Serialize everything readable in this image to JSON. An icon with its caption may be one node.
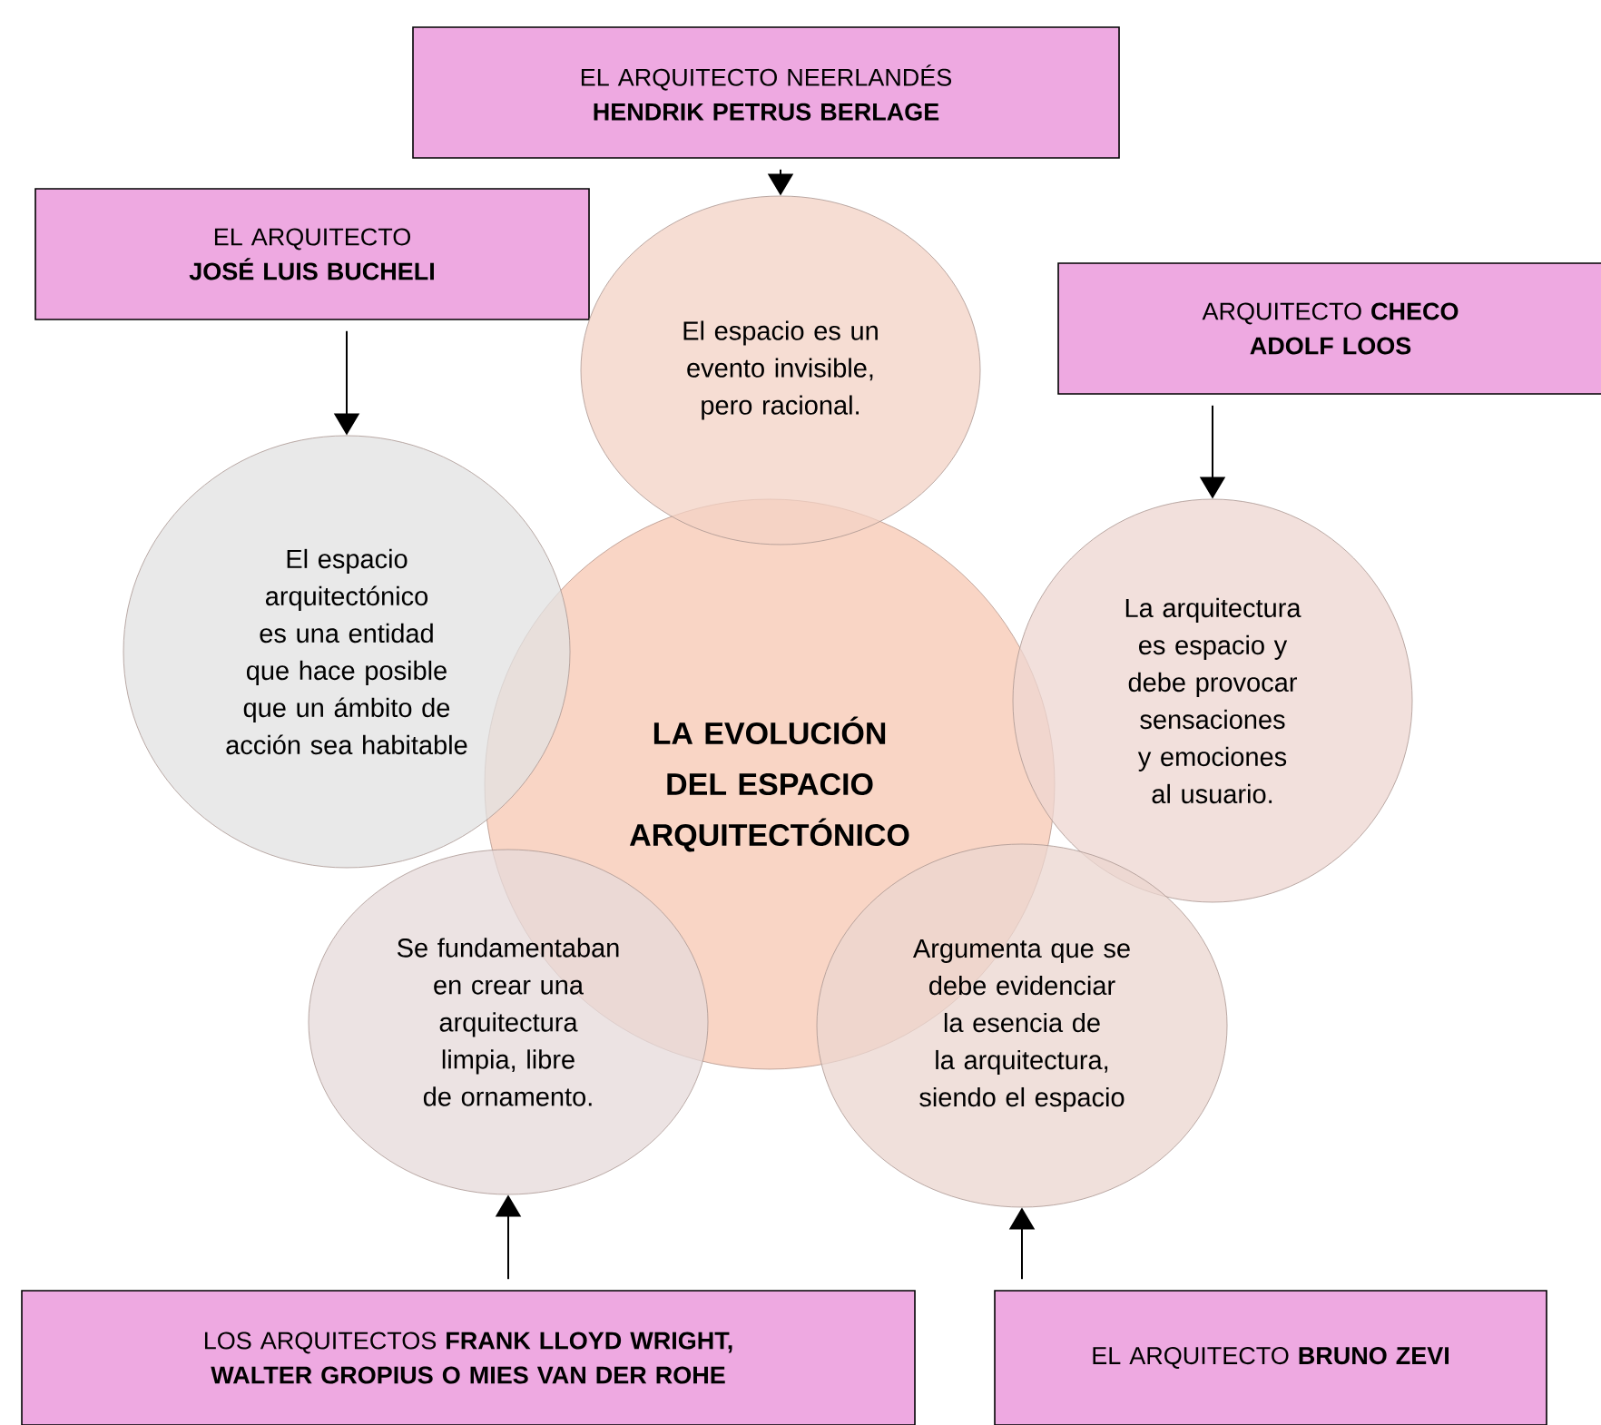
{
  "diagram": {
    "nodes": [
      {
        "text": [
          "EL ARQUITECTO NEERLANDÉS **HENDRIK PETRUS BERLAGE**"
        ]
      },
      {
        "text": [
          "EL ARQUITECTO **JOSÉ LUIS BUCHELI**"
        ]
      },
      {
        "text": [
          "El espacio es un evento invisible, pero racional."
        ]
      },
      {
        "text": [
          "ARQUITECTO **CHECO ADOLF LOOS**"
        ]
      },
      {
        "text": [
          "El espacio arquitectónico es una entidad que hace posible que un ámbito de acción sea habitable"
        ]
      },
      {
        "text": [
          "LA EVOLUCIÓN DEL ESPACIO ARQUITECTÓNICO"
        ]
      },
      {
        "text": [
          "La arquitectura es espacio y debe provocar sensaciones y emociones al usuario."
        ]
      },
      {
        "text": [
          "Se fundamentaban en crear una arquitectura limpia, libre de ornamento."
        ]
      },
      {
        "text": [
          "Argumenta que se debe evidenciar la esencia de la arquitectura, siendo el espacio"
        ]
      },
      {
        "text": [
          "LOS ARQUITECTOS **FRANK LLOYD WRIGHT, WALTER GROPIUS O MIES VAN DER ROHE**"
        ]
      },
      {
        "text": [
          "EL ARQUITECTO **BRUNO ZEVI**"
        ]
      }
    ],
    "edges": [
      {
        "from": 0,
        "to": 2,
        "arrow": "to"
      },
      {
        "from": 1,
        "to": 4,
        "arrow": "to"
      },
      {
        "from": 3,
        "to": 6,
        "arrow": "to"
      },
      {
        "from": 9,
        "to": 7,
        "arrow": "to"
      },
      {
        "from": 10,
        "to": 8,
        "arrow": "to"
      }
    ]
  }
}
